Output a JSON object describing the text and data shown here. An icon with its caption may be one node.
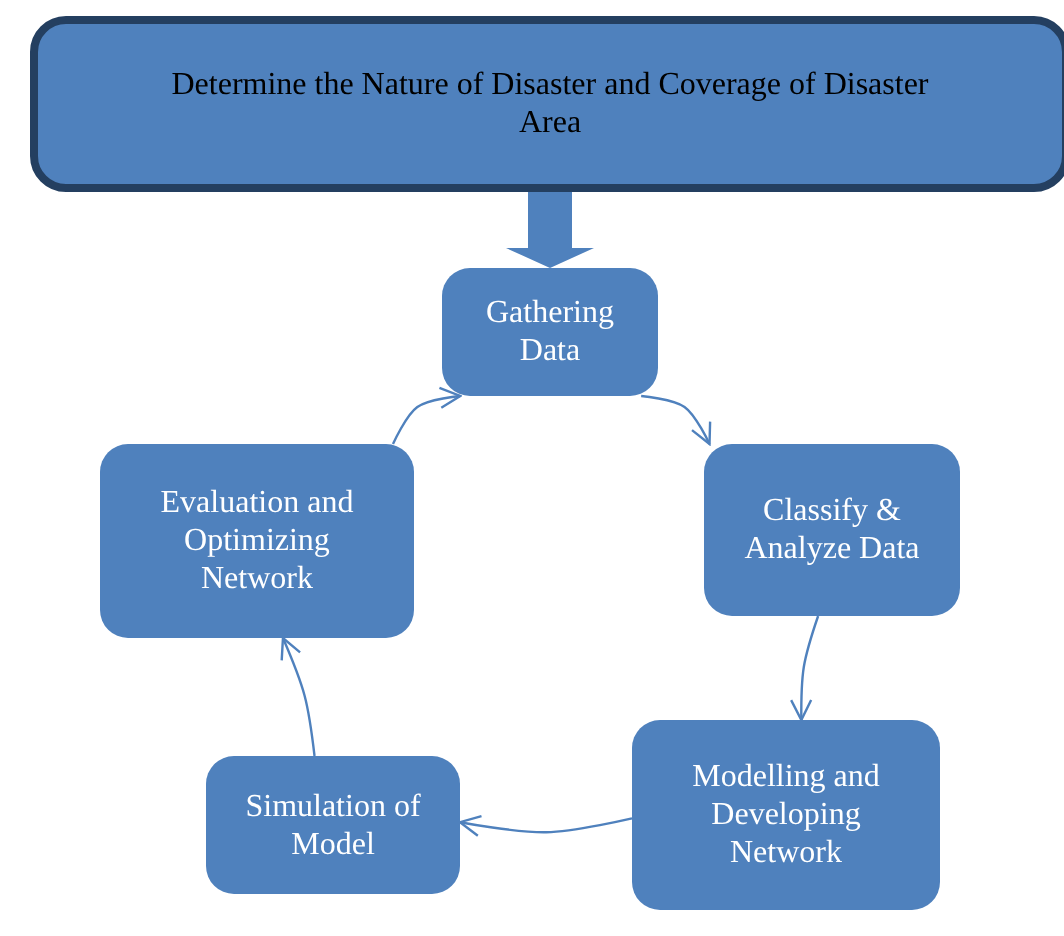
{
  "diagram": {
    "nodes": [
      {
        "text": [
          "Determine the Nature of Disaster and Coverage of Disaster Area"
        ]
      },
      {
        "text": [
          "Gathering Data"
        ]
      },
      {
        "text": [
          "Classify & Analyze Data"
        ]
      },
      {
        "text": [
          "Modelling and Developing Network"
        ]
      },
      {
        "text": [
          "Simulation of Model"
        ]
      },
      {
        "text": [
          "Evaluation and Optimizing Network"
        ]
      }
    ],
    "edges": [
      {
        "from": 0,
        "to": 1,
        "arrow": "to",
        "style": "thick"
      },
      {
        "from": 1,
        "to": 2,
        "arrow": "to"
      },
      {
        "from": 2,
        "to": 3,
        "arrow": "to"
      },
      {
        "from": 3,
        "to": 4,
        "arrow": "to"
      },
      {
        "from": 4,
        "to": 5,
        "arrow": "to"
      },
      {
        "from": 5,
        "to": 1,
        "arrow": "to"
      }
    ]
  }
}
